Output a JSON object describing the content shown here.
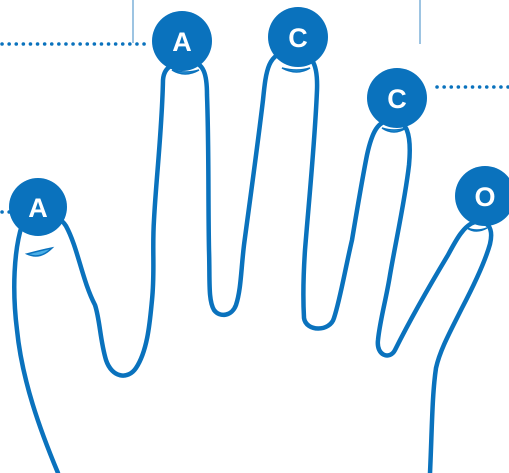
{
  "colors": {
    "hand_outline": "#0a72bd",
    "badge_fill": "#0a72bd",
    "badge_text": "#ffffff",
    "fingernail": "#4aaee6",
    "guide_line": "#9dc4e2",
    "dotted_line": "#0a72bd",
    "background": "#ffffff"
  },
  "badges": {
    "thumb": "A",
    "index": "A",
    "middle": "C",
    "ring": "C",
    "pinky": "O"
  }
}
